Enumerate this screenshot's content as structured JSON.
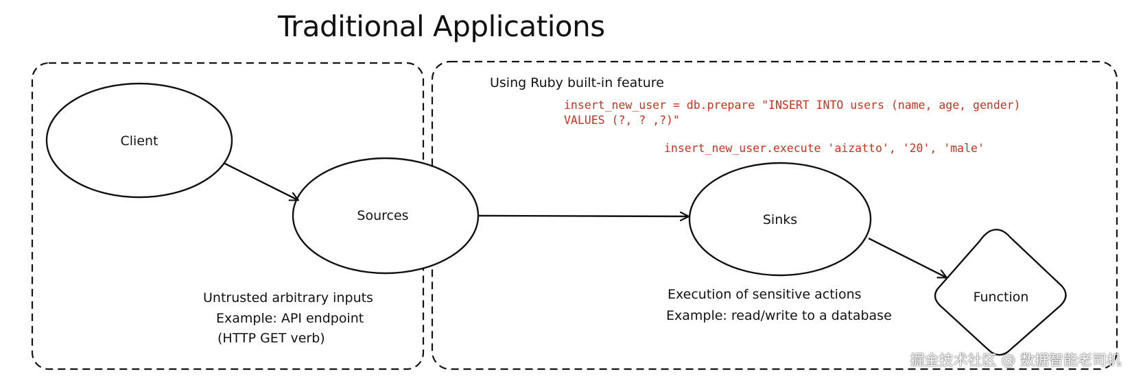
{
  "title": "Traditional Applications",
  "nodes": {
    "client": "Client",
    "sources": "Sources",
    "sinks": "Sinks",
    "function": "Function"
  },
  "notes": {
    "ruby_feature": "Using Ruby built-in feature",
    "sources_line1": "Untrusted arbitrary inputs",
    "sources_line2": "Example: API endpoint",
    "sources_line3": "(HTTP GET verb)",
    "sinks_line1": "Execution of sensitive actions",
    "sinks_line2": "Example: read/write to a database"
  },
  "code": {
    "line1": "insert_new_user = db.prepare \"INSERT INTO users (name, age, gender)",
    "line2": "VALUES (?, ? ,?)\"",
    "line3": "insert_new_user.execute 'aizatto', '20', 'male'"
  },
  "colors": {
    "code": "#c8321e",
    "stroke": "#111111"
  },
  "watermark": "掘金技术社区 @ 数据智能老司机"
}
